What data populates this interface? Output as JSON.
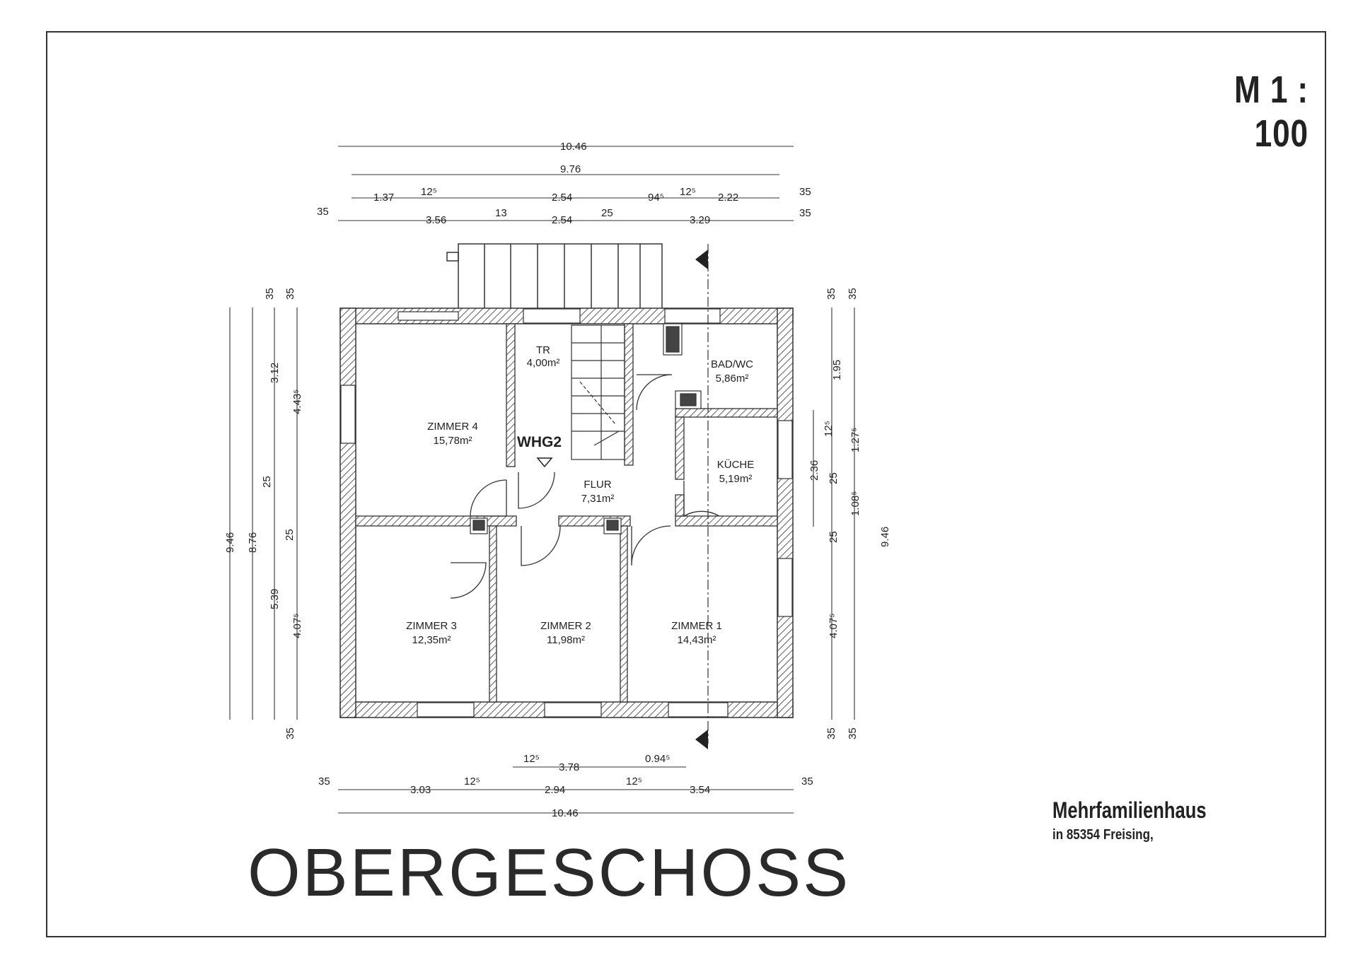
{
  "scale": "M 1 : 100",
  "project": {
    "title": "Mehrfamilienhaus",
    "location": "in 85354 Freising,"
  },
  "floor_title": "OBERGESCHOSS",
  "apartment_tag": "WHG2",
  "rooms": [
    {
      "id": "zimmer4",
      "name": "ZIMMER 4",
      "area": "15,78m²"
    },
    {
      "id": "tr",
      "name": "TR",
      "area": "4,00m²"
    },
    {
      "id": "bad",
      "name": "BAD/WC",
      "area": "5,86m²"
    },
    {
      "id": "kueche",
      "name": "KÜCHE",
      "area": "5,19m²"
    },
    {
      "id": "flur",
      "name": "FLUR",
      "area": "7,31m²"
    },
    {
      "id": "zimmer3",
      "name": "ZIMMER 3",
      "area": "12,35m²"
    },
    {
      "id": "zimmer2",
      "name": "ZIMMER 2",
      "area": "11,98m²"
    },
    {
      "id": "zimmer1",
      "name": "ZIMMER 1",
      "area": "14,43m²"
    }
  ],
  "dimensions": {
    "top": {
      "overall": "10.46",
      "inner": "9.76",
      "row3": [
        "1.37",
        "12⁵",
        "2.54",
        "94⁵",
        "12⁵",
        "2.22",
        "35"
      ],
      "row4": [
        "35",
        "3.56",
        "13",
        "2.54",
        "25",
        "3.29",
        "35"
      ]
    },
    "bottom": {
      "row1": [
        "12⁵",
        "3.78",
        "0.94⁵"
      ],
      "row2": [
        "35",
        "3.03",
        "12⁵",
        "2.94",
        "12⁵",
        "3.54",
        "35"
      ],
      "overall": "10.46"
    },
    "left": [
      "35",
      "35",
      "3.12",
      "4.43⁵",
      "25",
      "25",
      "9.46",
      "8.76",
      "5.39",
      "4.07⁵",
      "35"
    ],
    "right": [
      "35",
      "35",
      "1.95",
      "12⁵",
      "1.27⁵",
      "2.36",
      "25",
      "1.08⁵",
      "25",
      "9.46",
      "4.07⁵",
      "35",
      "35"
    ]
  }
}
